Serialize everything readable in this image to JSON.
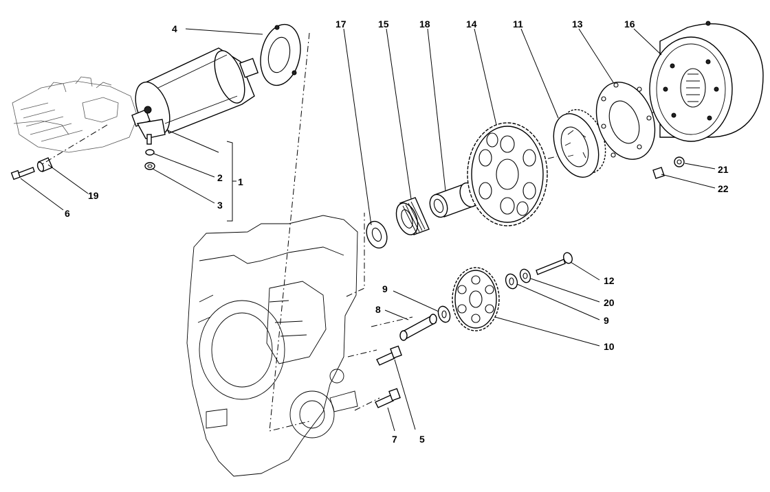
{
  "callouts": [
    {
      "id": "c4",
      "text": "4"
    },
    {
      "id": "c17",
      "text": "17"
    },
    {
      "id": "c15",
      "text": "15"
    },
    {
      "id": "c18",
      "text": "18"
    },
    {
      "id": "c14",
      "text": "14"
    },
    {
      "id": "c11",
      "text": "11"
    },
    {
      "id": "c13",
      "text": "13"
    },
    {
      "id": "c16",
      "text": "16"
    },
    {
      "id": "c2",
      "text": "2"
    },
    {
      "id": "c1",
      "text": "1"
    },
    {
      "id": "c3",
      "text": "3"
    },
    {
      "id": "c19",
      "text": "19"
    },
    {
      "id": "c6",
      "text": "6"
    },
    {
      "id": "c21",
      "text": "21"
    },
    {
      "id": "c22",
      "text": "22"
    },
    {
      "id": "c12",
      "text": "12"
    },
    {
      "id": "c20",
      "text": "20"
    },
    {
      "id": "c9a",
      "text": "9"
    },
    {
      "id": "c9b",
      "text": "9"
    },
    {
      "id": "c8",
      "text": "8"
    },
    {
      "id": "c10",
      "text": "10"
    },
    {
      "id": "c7",
      "text": "7"
    },
    {
      "id": "c5",
      "text": "5"
    }
  ]
}
